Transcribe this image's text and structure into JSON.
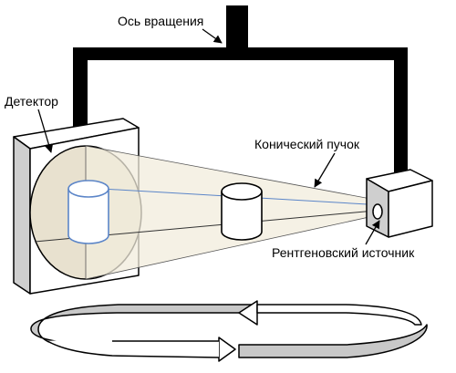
{
  "labels": {
    "rotation_axis": "Ось вращения",
    "detector": "Детектор",
    "cone_beam": "Конический пучок",
    "xray_source": "Рентгеновский источник"
  },
  "colors": {
    "frame": "#000000",
    "detector_disc": "#e8e1cf",
    "cone_fill": "#f1ecdc",
    "box_side": "#cfcfcf",
    "ring_gray": "#c8c8c8",
    "cylinder_stroke": "#5b85c8"
  }
}
